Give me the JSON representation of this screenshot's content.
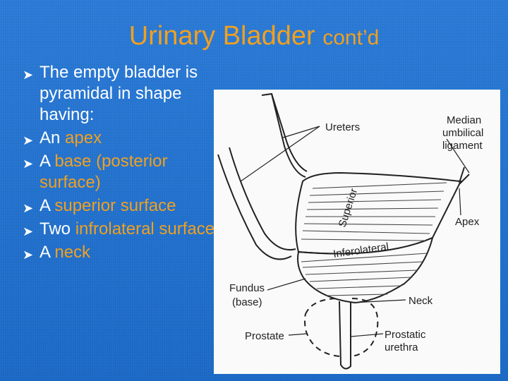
{
  "slide": {
    "title_main": "Urinary Bladder",
    "title_sub": "cont’d"
  },
  "bullets": [
    {
      "pre": "The empty bladder is pyramidal in shape having:",
      "hl": "",
      "post": ""
    },
    {
      "pre": "An ",
      "hl": "apex",
      "post": ""
    },
    {
      "pre": "A ",
      "hl": "base (posterior surface)",
      "post": ""
    },
    {
      "pre": "A ",
      "hl": "superior surface",
      "post": ""
    },
    {
      "pre": "Two ",
      "hl": "infrolateral surfaces",
      "post": ""
    },
    {
      "pre": "A ",
      "hl": "neck",
      "post": ""
    }
  ],
  "bullet_icon": "arrowhead-bullet-icon",
  "figure": {
    "labels": {
      "ureters": "Ureters",
      "median_1": "Median",
      "median_2": "umbilical",
      "median_3": "ligament",
      "superior": "Superior",
      "apex": "Apex",
      "inferolateral": "Inferolateral",
      "fundus_1": "Fundus",
      "fundus_2": "(base)",
      "neck": "Neck",
      "prostate": "Prostate",
      "prostatic_1": "Prostatic",
      "prostatic_2": "urethra"
    }
  },
  "colors": {
    "background": "#1d6fce",
    "accent": "#f0a020",
    "text": "#ffffff"
  }
}
